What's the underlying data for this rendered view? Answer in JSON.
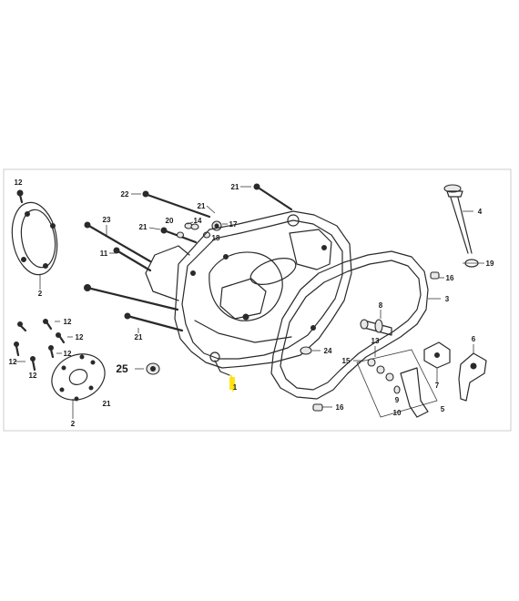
{
  "colors": {
    "frame": "#cccccc",
    "ink": "#2a2a2a",
    "highlight": "#ffe100"
  },
  "labels": {
    "l12a": "12",
    "l22": "22",
    "l21a": "21",
    "l4": "4",
    "l2a": "2",
    "l23": "23",
    "l20": "20",
    "l14": "14",
    "l21b": "21",
    "l17": "17",
    "l18": "18",
    "l11": "11",
    "l19": "19",
    "l16a": "16",
    "l3": "3",
    "l12b": "12",
    "l12c": "12",
    "l12d": "12",
    "l12e": "12",
    "l21c": "21",
    "l8": "8",
    "l24": "24",
    "l13": "13",
    "l6": "6",
    "l15": "15",
    "l7": "7",
    "l25": "25",
    "l21d": "21",
    "l2b": "2",
    "l1": "1",
    "l9": "9",
    "l10": "10",
    "l5": "5",
    "l16b": "16"
  }
}
